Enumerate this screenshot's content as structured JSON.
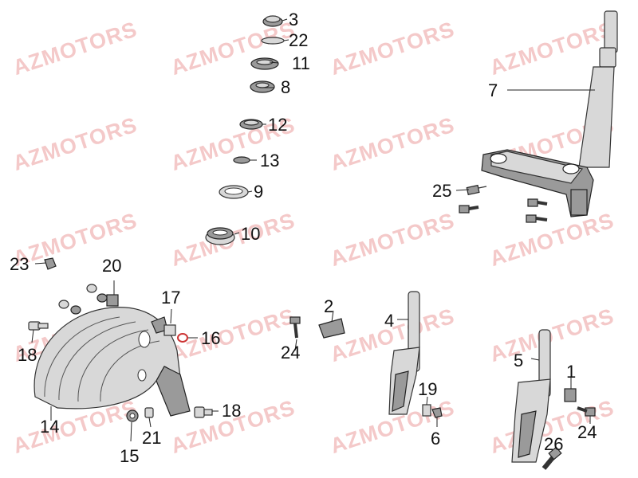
{
  "watermark": "AZMOTORS",
  "labels": {
    "p1": "1",
    "p2": "2",
    "p3": "3",
    "p4": "4",
    "p5": "5",
    "p6": "6",
    "p7": "7",
    "p8": "8",
    "p9": "9",
    "p10": "10",
    "p11": "11",
    "p12": "12",
    "p13": "13",
    "p14": "14",
    "p15": "15",
    "p16": "16",
    "p17": "17",
    "p18a": "18",
    "p18b": "18",
    "p19": "19",
    "p20": "20",
    "p21": "21",
    "p22": "22",
    "p23": "23",
    "p24a": "24",
    "p24b": "24",
    "p25": "25",
    "p26": "26"
  },
  "colors": {
    "watermark": "#f4c9c9",
    "line": "#222222"
  }
}
